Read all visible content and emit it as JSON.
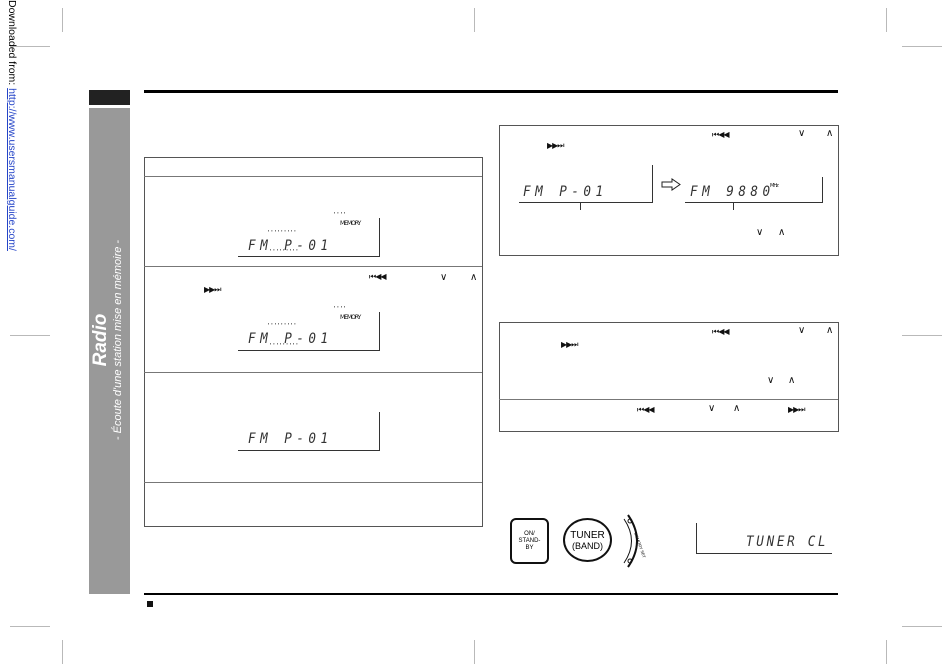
{
  "header": {
    "downloaded_prefix": "Downloaded from: ",
    "downloaded_url": "http://www.usersmanualguide.com/"
  },
  "sidebar": {
    "title": "Radio",
    "subtitle": "- Écoute d'une station mise en mémoire -"
  },
  "displays": {
    "fm_p01": "FM P-01",
    "fm_9880": "FM 9880",
    "mhz": "MHz",
    "memory": "MEMORY",
    "tuner_cl": "TUNER CL"
  },
  "symbols": {
    "prev": "⏮◀◀",
    "next": "▶▶⏭",
    "down": "∨",
    "up": "∧"
  },
  "buttons": {
    "on_standby": "ON/ STAND-BY",
    "tuner": "TUNER",
    "band": "(BAND)",
    "dial": "MEMORY SET"
  }
}
